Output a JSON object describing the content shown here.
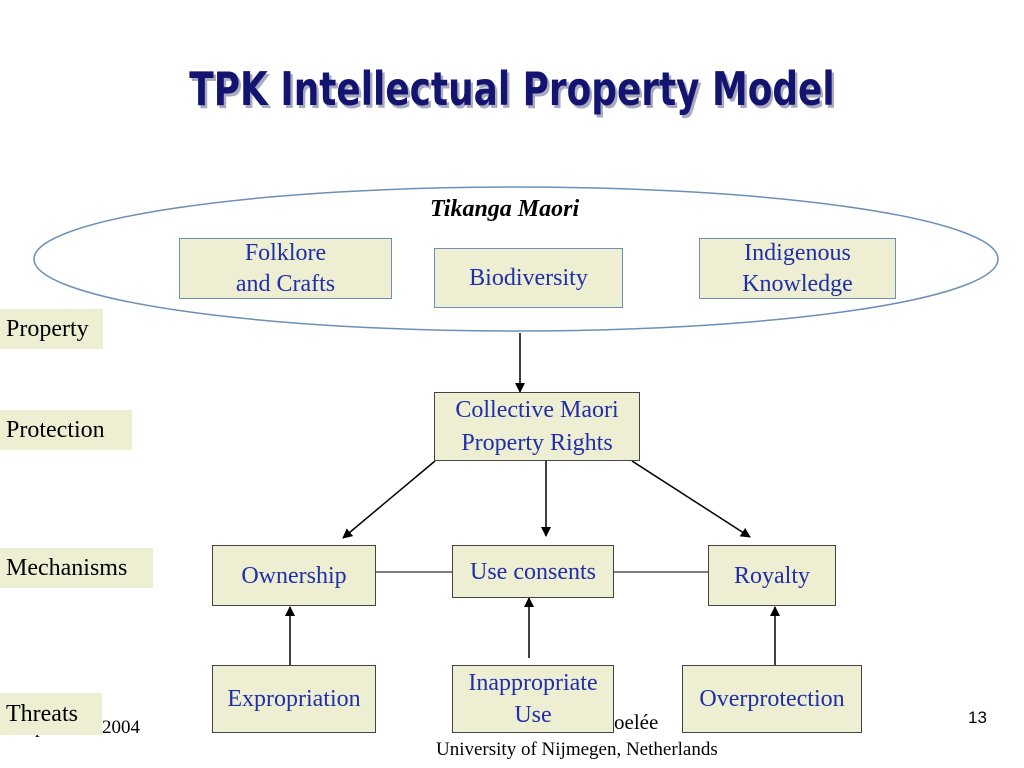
{
  "title": "TPK Intellectual Property Model",
  "ellipse_label": "Tikanga Maori",
  "top_boxes": {
    "folklore": [
      "Folklore",
      "and Crafts"
    ],
    "biodiversity": "Biodiversity",
    "indigenous": [
      "Indigenous",
      "Knowledge"
    ]
  },
  "central_box": [
    "Collective Maori",
    "Property Rights"
  ],
  "mechanisms": {
    "ownership": "Ownership",
    "use_consents": "Use consents",
    "royalty": "Royalty"
  },
  "threats": {
    "expropriation": "Expropriation",
    "inappropriate": [
      "Inappropriate",
      "Use"
    ],
    "overprotection": "Overprotection"
  },
  "row_labels": {
    "property": "Property",
    "protection": "Protection",
    "mechanisms": "Mechanisms",
    "threats": "Threats"
  },
  "footer": {
    "date_fragment": "September 2004",
    "author_fragment": "Boelée",
    "institution": "University of Nijmegen, Netherlands",
    "page": "13"
  }
}
